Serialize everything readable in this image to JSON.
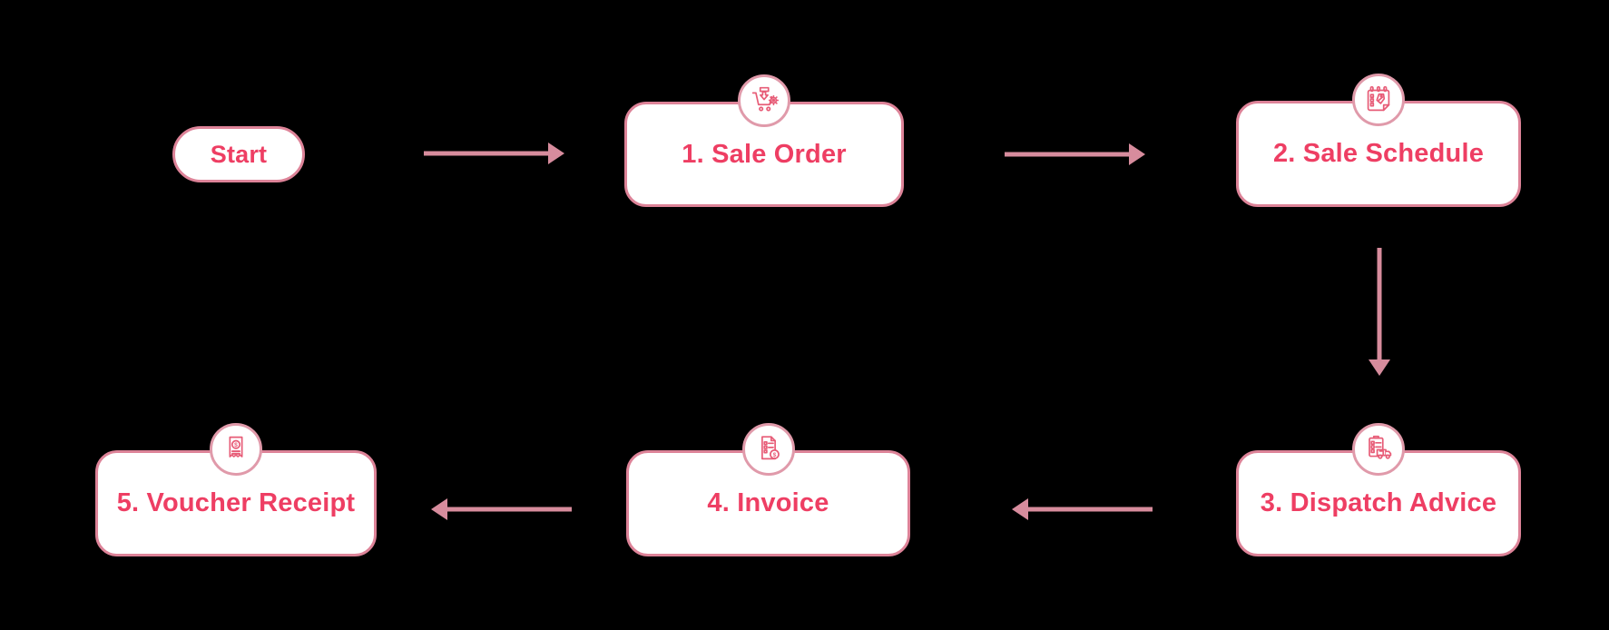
{
  "diagram": {
    "background_color": "#000000",
    "node_fill_color": "#ffffff",
    "node_border_color": "#dd8398",
    "label_color": "#ee3e63",
    "arrow_color": "#d78c9d",
    "icon_stroke_color": "#e75c77",
    "start": {
      "label": "Start"
    },
    "nodes": [
      {
        "id": "sale-order",
        "label": "1. Sale Order",
        "icon": "shopping-cart-gear-icon"
      },
      {
        "id": "sale-schedule",
        "label": "2. Sale Schedule",
        "icon": "sale-calendar-icon"
      },
      {
        "id": "dispatch-advice",
        "label": "3. Dispatch Advice",
        "icon": "clipboard-truck-icon"
      },
      {
        "id": "invoice",
        "label": "4. Invoice",
        "icon": "invoice-coin-icon"
      },
      {
        "id": "voucher-receipt",
        "label": "5. Voucher Receipt",
        "icon": "receipt-dollar-icon"
      }
    ],
    "edges": [
      {
        "from": "start",
        "to": "sale-order",
        "direction": "right"
      },
      {
        "from": "sale-order",
        "to": "sale-schedule",
        "direction": "right"
      },
      {
        "from": "sale-schedule",
        "to": "dispatch-advice",
        "direction": "down"
      },
      {
        "from": "dispatch-advice",
        "to": "invoice",
        "direction": "left"
      },
      {
        "from": "invoice",
        "to": "voucher-receipt",
        "direction": "left"
      }
    ]
  }
}
